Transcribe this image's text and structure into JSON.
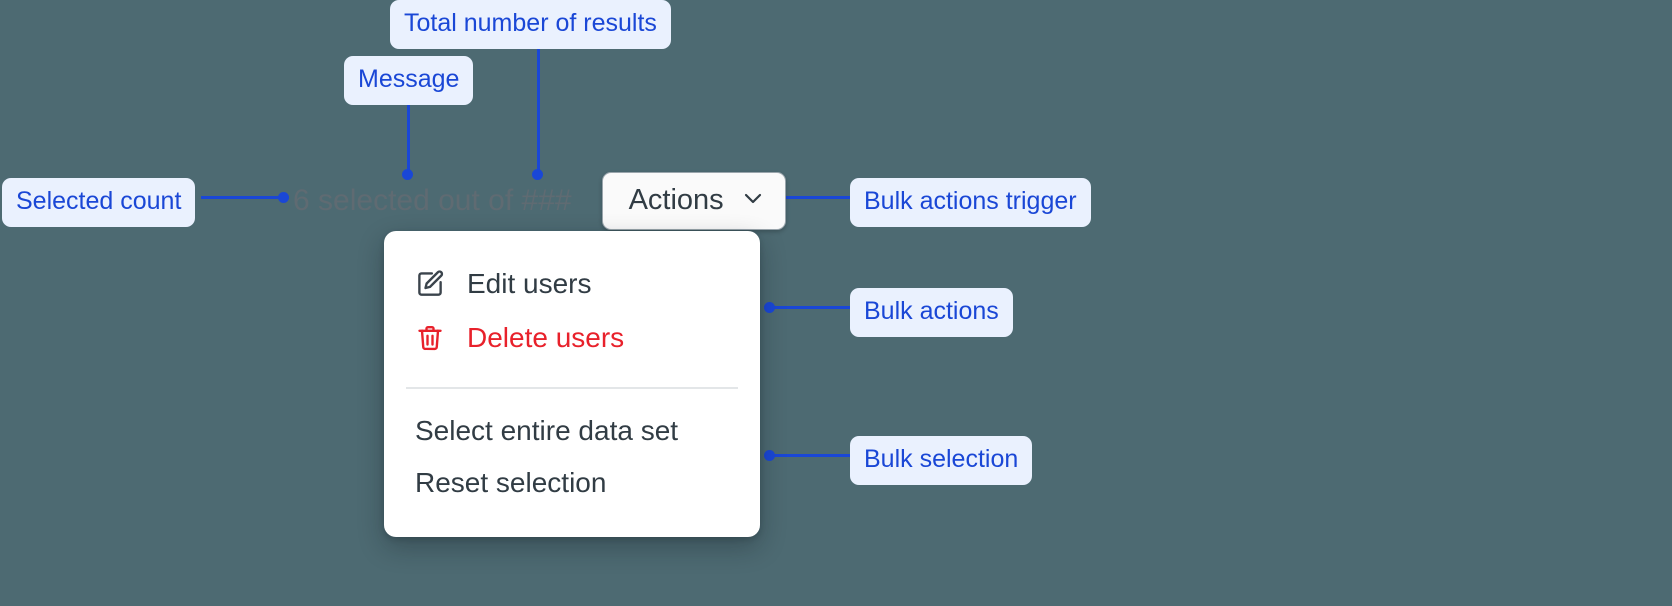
{
  "theme": {
    "background": "#4d6a72",
    "annotation_color": "#1a47d6",
    "annotation_chip_bg": "#eaf1fe",
    "danger_color": "#e8212b",
    "menu_bg": "#ffffff",
    "text_color": "#313c44",
    "muted_text_color": "#5f6b72"
  },
  "annotations": [
    {
      "id": "total-results",
      "label": "Total number of results"
    },
    {
      "id": "message",
      "label": "Message"
    },
    {
      "id": "selected-count",
      "label": "Selected count"
    },
    {
      "id": "bulk-actions-trigger",
      "label": "Bulk actions trigger"
    },
    {
      "id": "bulk-actions",
      "label": "Bulk actions"
    },
    {
      "id": "bulk-selection",
      "label": "Bulk selection"
    }
  ],
  "selection_bar": {
    "selected_count": "6",
    "message_text": "selected out of",
    "total_results": "###",
    "full_text": "6 selected out of ###"
  },
  "actions_button": {
    "label": "Actions",
    "icon": "chevron-down-icon"
  },
  "menu": {
    "groups": [
      {
        "name": "bulk-actions",
        "items": [
          {
            "id": "edit-users",
            "label": "Edit users",
            "icon": "pencil-square-icon",
            "danger": false
          },
          {
            "id": "delete-users",
            "label": "Delete users",
            "icon": "trash-icon",
            "danger": true
          }
        ]
      },
      {
        "name": "bulk-selection",
        "items": [
          {
            "id": "select-entire-data-set",
            "label": "Select entire data set",
            "icon": null,
            "danger": false
          },
          {
            "id": "reset-selection",
            "label": "Reset selection",
            "icon": null,
            "danger": false
          }
        ]
      }
    ]
  }
}
